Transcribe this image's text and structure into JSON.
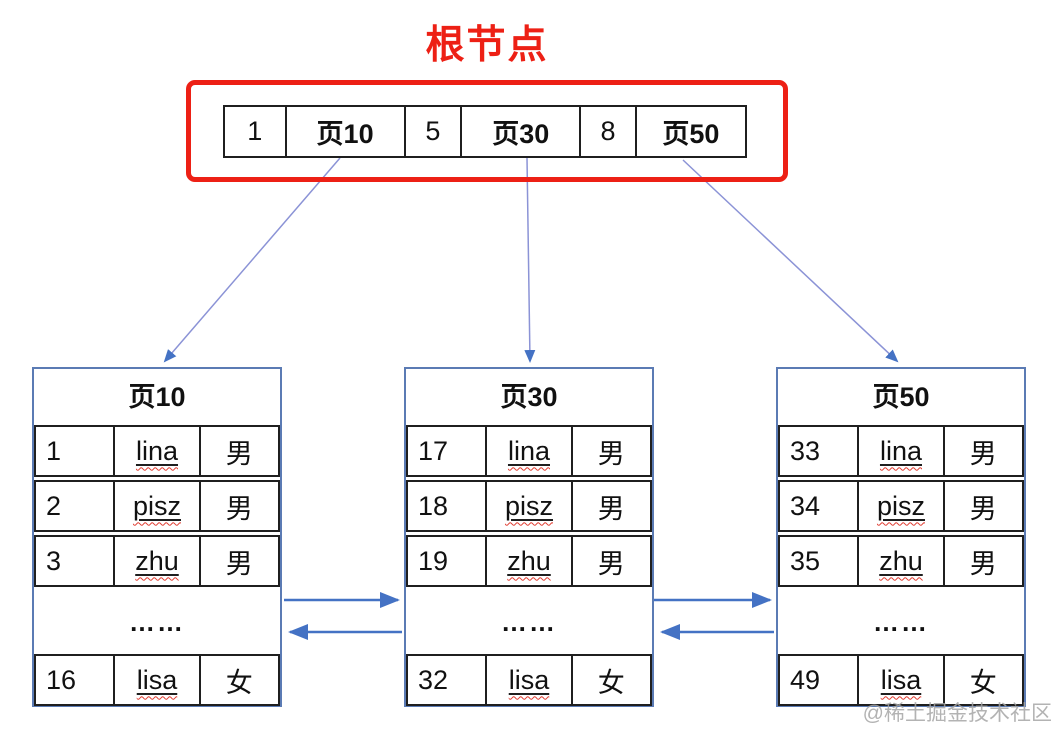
{
  "title": "根节点",
  "watermark": "@稀土掘金技术社区",
  "colors": {
    "accent_red": "#ED2015",
    "arrow_blue": "#4472C4",
    "diagonal_line_blue": "#8B93D6",
    "leaf_outline_blue": "#5B7BB4",
    "cell_border_black": "#1F1F1F",
    "spellcheck_red": "#E03A2F",
    "watermark_gray": "#A6A6A6"
  },
  "root_node": {
    "cells": [
      {
        "text": "1",
        "role": "key"
      },
      {
        "text": "页10",
        "role": "page-pointer"
      },
      {
        "text": "5",
        "role": "key"
      },
      {
        "text": "页30",
        "role": "page-pointer"
      },
      {
        "text": "8",
        "role": "key"
      },
      {
        "text": "页50",
        "role": "page-pointer"
      }
    ]
  },
  "pages": [
    {
      "title": "页10",
      "rows": [
        {
          "id": "1",
          "name": "lina",
          "gender": "男"
        },
        {
          "id": "2",
          "name": "pisz",
          "gender": "男"
        },
        {
          "id": "3",
          "name": "zhu",
          "gender": "男"
        }
      ],
      "ellipsis": "……",
      "last_row": {
        "id": "16",
        "name": "lisa",
        "gender": "女"
      }
    },
    {
      "title": "页30",
      "rows": [
        {
          "id": "17",
          "name": "lina",
          "gender": "男"
        },
        {
          "id": "18",
          "name": "pisz",
          "gender": "男"
        },
        {
          "id": "19",
          "name": "zhu",
          "gender": "男"
        }
      ],
      "ellipsis": "……",
      "last_row": {
        "id": "32",
        "name": "lisa",
        "gender": "女"
      }
    },
    {
      "title": "页50",
      "rows": [
        {
          "id": "33",
          "name": "lina",
          "gender": "男"
        },
        {
          "id": "34",
          "name": "pisz",
          "gender": "男"
        },
        {
          "id": "35",
          "name": "zhu",
          "gender": "男"
        }
      ],
      "ellipsis": "……",
      "last_row": {
        "id": "49",
        "name": "lisa",
        "gender": "女"
      }
    }
  ]
}
